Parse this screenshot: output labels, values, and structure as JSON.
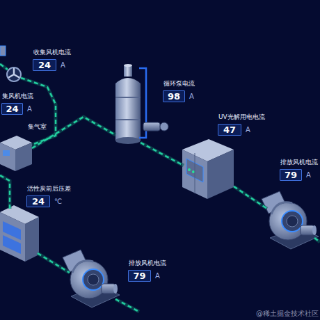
{
  "diagram": {
    "nodes": [
      {
        "text": [
          "收集风机电流",
          "24",
          "A"
        ]
      },
      {
        "text": [
          "循环泵电流",
          "98",
          "A"
        ]
      },
      {
        "text": [
          "集风机电流",
          "24",
          "A"
        ]
      },
      {
        "text": [
          "UV光解用电电流",
          "47",
          "A"
        ]
      },
      {
        "text": [
          "排放风机电流",
          "79",
          "A"
        ]
      },
      {
        "text": [
          "活性炭前后压差",
          "24",
          "℃"
        ]
      },
      {
        "text": [
          "排放风机电流",
          "79",
          "A"
        ]
      }
    ],
    "labels": [
      "集气室",
      "@稀土掘金技术社区"
    ]
  }
}
